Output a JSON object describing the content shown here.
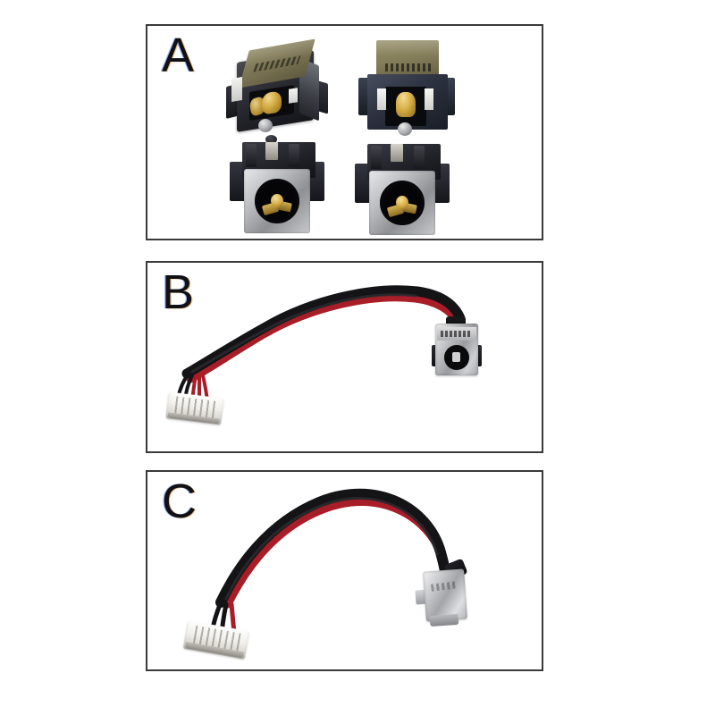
{
  "figure": {
    "background_color": "#ffffff",
    "panel_border_color": "#3a3a3c",
    "panels": [
      {
        "id": "panel-a",
        "label": "A",
        "content_description": "Four laptop DC power jack connectors shown from two angles",
        "items": [
          {
            "name": "dc-jack-top-left",
            "view": "three-quarter",
            "colors": {
              "top_face": "#7d7655",
              "body": "#2e2f36",
              "pin": "#d0a83f",
              "metal": "#a9aaae"
            },
            "markings": "printed code on top face"
          },
          {
            "name": "dc-jack-top-right",
            "view": "front",
            "colors": {
              "top_face": "#837c5a",
              "body": "#2b313e",
              "pin": "#d3ab42",
              "tabs": "#f6f6f4"
            },
            "markings": "printed code on top face"
          },
          {
            "name": "dc-jack-bottom-left",
            "view": "socket-face",
            "colors": {
              "frame": "#b9babd",
              "socket": "#050507",
              "center_pin": "#d4ab42",
              "body": "#212329"
            }
          },
          {
            "name": "dc-jack-bottom-right",
            "view": "socket-face",
            "colors": {
              "frame": "#b9babd",
              "socket": "#050507",
              "center_pin": "#d4ab42",
              "body": "#212329"
            }
          }
        ]
      },
      {
        "id": "panel-b",
        "label": "B",
        "content_description": "DC power jack with harness cable, white multi-pin connector at left, arcing black cable, metal jack at right",
        "items": [
          {
            "name": "white-pin-connector",
            "pin_count": 5,
            "colors": {
              "housing": "#f2f1ed",
              "slots": "#78766e"
            }
          },
          {
            "name": "cable-arc",
            "colors": {
              "sheath": "#131316",
              "red_wire": "#b3202a"
            },
            "shape": "upward arc from lower-left to right"
          },
          {
            "name": "dc-jack-metal",
            "colors": {
              "shell": "#c2c3c5",
              "socket": "#0a0a0c",
              "ears": "#2a2b30"
            },
            "markings": "printed code on top band"
          }
        ]
      },
      {
        "id": "panel-c",
        "label": "C",
        "content_description": "DC power jack with longer harness cable, white four-pin connector at lower left, tall black cable arc, chrome rectangular jack at right",
        "items": [
          {
            "name": "white-pin-connector",
            "pin_count": 4,
            "colors": {
              "housing": "#f2f1ed",
              "slots": "#78766e"
            }
          },
          {
            "name": "cable-arc",
            "colors": {
              "sheath": "#131316",
              "red_wire": "#b3202a"
            },
            "shape": "tall arc from lower-left to lower-right"
          },
          {
            "name": "dc-jack-chrome",
            "colors": {
              "shell": "#c9cacc",
              "tab": "#9b9ca0",
              "boot": "#15151a"
            },
            "markings": "faint printed code on face"
          }
        ]
      }
    ]
  }
}
